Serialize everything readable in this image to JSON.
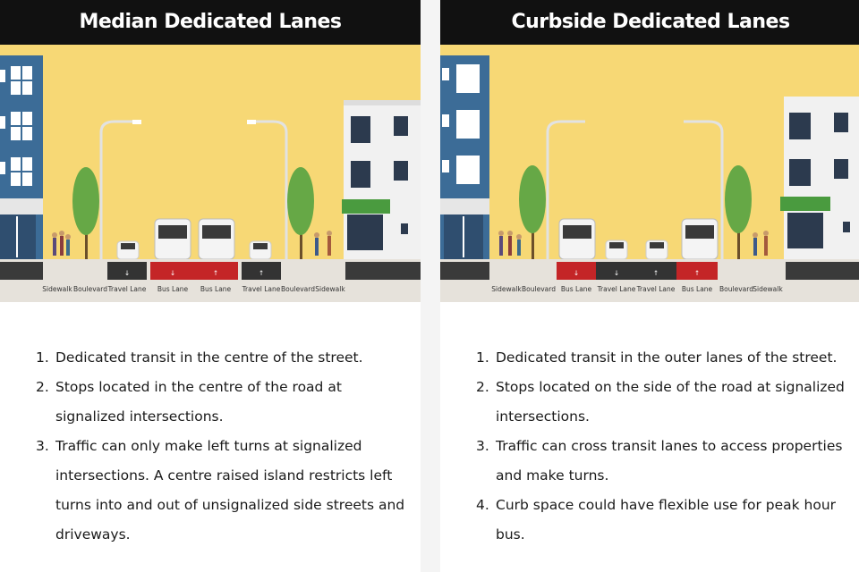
{
  "colors": {
    "sky": "#F7D875",
    "building_blue": "#3C6C97",
    "bus_lane": "#C42527",
    "travel_lane": "#333333",
    "ground": "#E6E2DB",
    "curb": "#3A3A3A",
    "tree": "#66A846",
    "awning": "#4A9B3F"
  },
  "panels": [
    {
      "title": "Median Dedicated Lanes",
      "lanes": [
        "Sidewalk",
        "Boulevard",
        "Travel Lane",
        "Bus Lane",
        "Bus Lane",
        "Travel Lane",
        "Boulevard",
        "Sidewalk"
      ],
      "points": [
        {
          "num": "1.",
          "text": "Dedicated transit in the centre of the street."
        },
        {
          "num": "2.",
          "text": "Stops located in the centre of the road at signalized intersections."
        },
        {
          "num": "3.",
          "text": "Traffic can only make left turns at signalized intersections. A centre raised island restricts left turns into and out of unsignalized side streets and driveways."
        }
      ]
    },
    {
      "title": "Curbside Dedicated Lanes",
      "lanes": [
        "Sidewalk",
        "Boulevard",
        "Bus Lane",
        "Travel Lane",
        "Travel Lane",
        "Bus Lane",
        "Boulevard",
        "Sidewalk"
      ],
      "points": [
        {
          "num": "1.",
          "text": "Dedicated transit in the outer lanes of the street."
        },
        {
          "num": "2.",
          "text": "Stops located on the side of the road at signalized intersections."
        },
        {
          "num": "3.",
          "text": "Traffic can cross transit lanes to access properties and make turns."
        },
        {
          "num": "4.",
          "text": "Curb space could have flexible use for peak hour bus."
        }
      ]
    }
  ]
}
